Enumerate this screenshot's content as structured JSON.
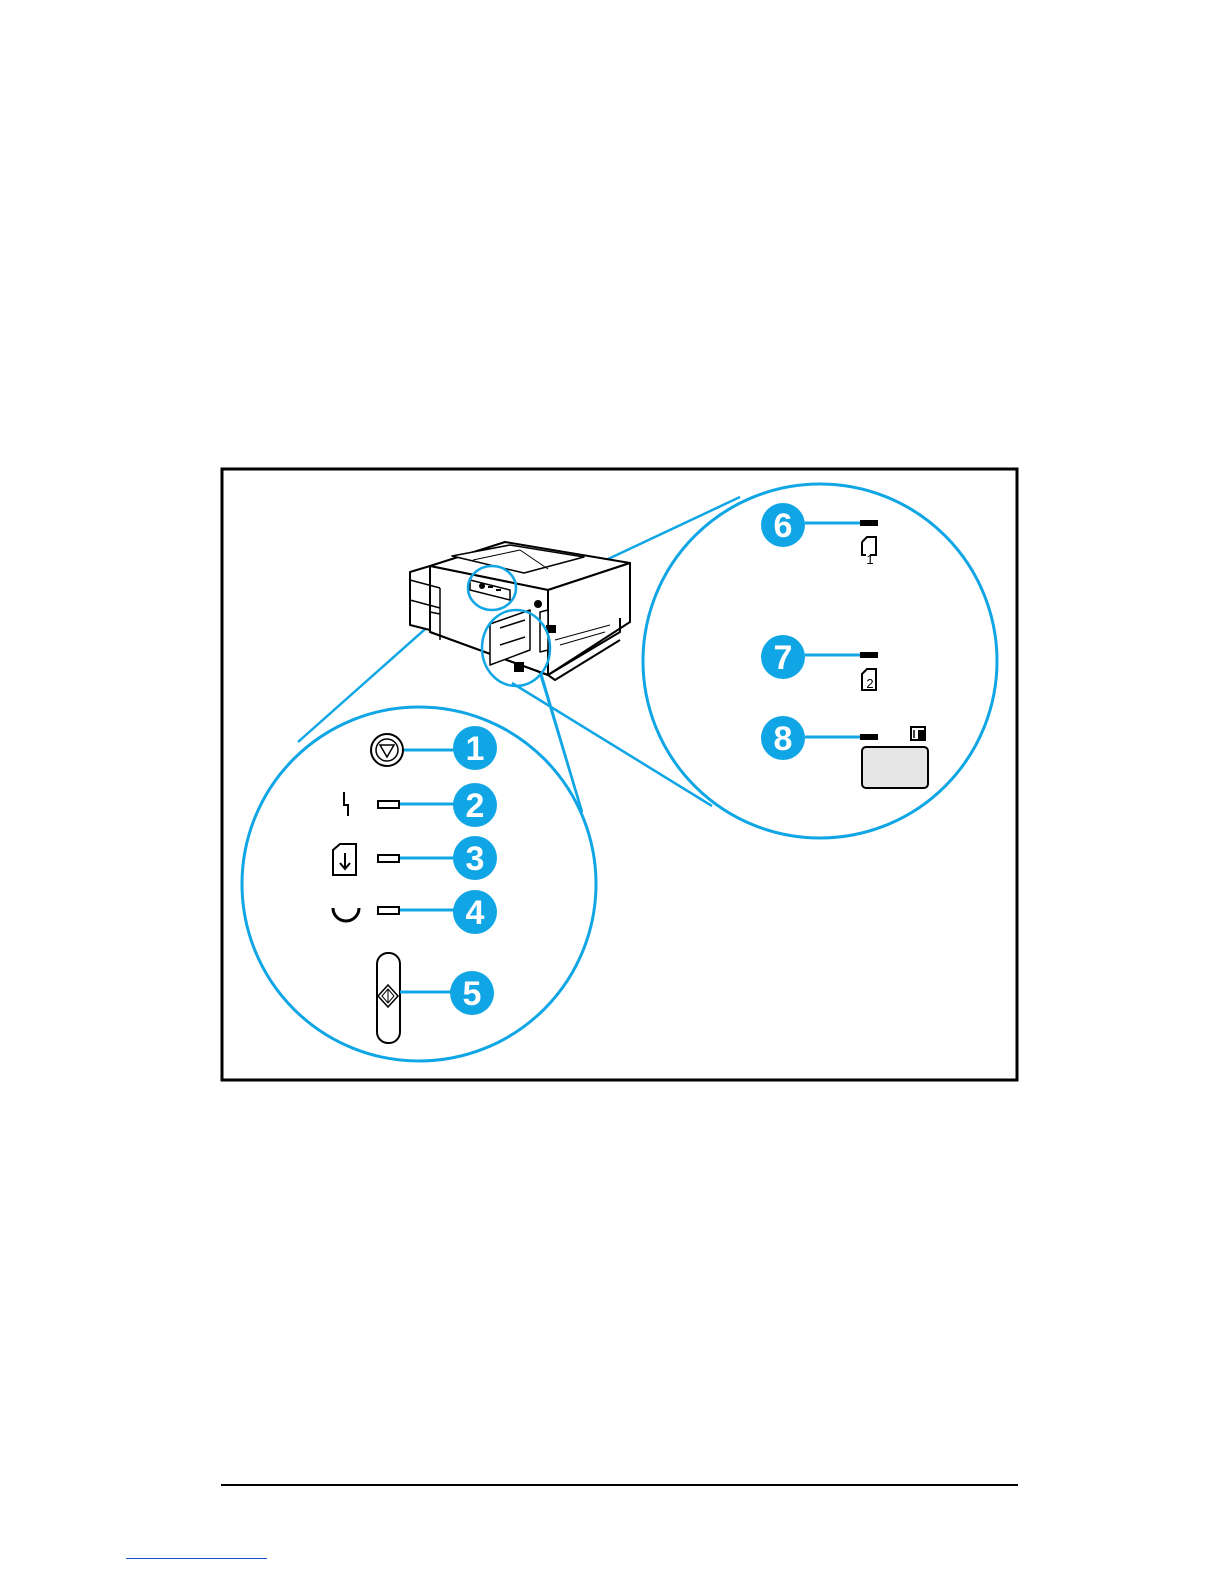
{
  "figure": {
    "callouts": [
      "1",
      "2",
      "3",
      "4",
      "5",
      "6",
      "7",
      "8"
    ],
    "tray_numbers": [
      "1",
      "2"
    ]
  },
  "colors": {
    "callout_fill": "#10a6e6",
    "leader_line": "#10a6e6",
    "frame": "#000000",
    "button_panel": "#e6e6e6"
  },
  "icons": [
    "stop-button-icon",
    "error-light-icon",
    "paper-feed-icon",
    "ready-light-icon",
    "go-button-icon",
    "tray1-icon",
    "tray2-icon",
    "envelope-feeder-icon",
    "printer-illustration"
  ]
}
